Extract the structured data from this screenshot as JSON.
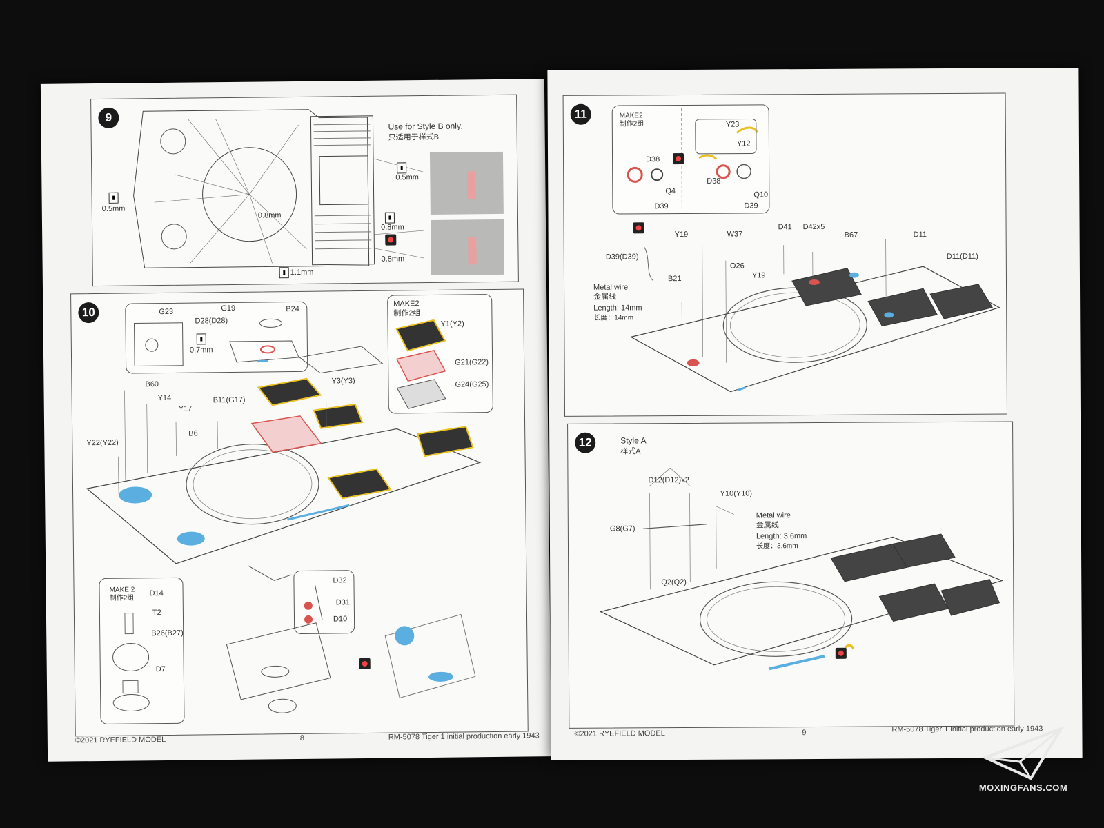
{
  "left_page": {
    "step9": {
      "number": "9",
      "style_note_en": "Use for Style B only.",
      "style_note_cn": "只适用于样式B",
      "labels": [
        "0.5mm",
        "0.8mm",
        "1.1mm",
        "0.5mm",
        "0.8mm",
        "0.8mm"
      ]
    },
    "step10": {
      "number": "10",
      "inset_top": {
        "labels": [
          "G23",
          "G19",
          "B24",
          "D28(D28)",
          "0.7mm"
        ]
      },
      "make2_inset": {
        "make_en": "MAKE2",
        "make_cn": "制作2组",
        "labels": [
          "Y1(Y2)",
          "G21(G22)",
          "G24(G25)"
        ]
      },
      "main_labels": [
        "B60",
        "Y14",
        "Y17",
        "B11(G17)",
        "Y3(Y3)",
        "B6",
        "Y22(Y22)"
      ],
      "bottom_inset_left": {
        "make_en": "MAKE 2",
        "make_cn": "制作2组",
        "labels": [
          "D14",
          "T2",
          "B26(B27)",
          "D7"
        ]
      },
      "bottom_inset_mid": {
        "labels": [
          "D32",
          "D31",
          "D10"
        ]
      }
    },
    "footer": {
      "copyright": "©2021 RYEFIELD MODEL",
      "page_number": "8",
      "product": "RM-5078  Tiger 1 initial production early 1943"
    }
  },
  "right_page": {
    "step11": {
      "number": "11",
      "make2_inset": {
        "make_en": "MAKE2",
        "make_cn": "制作2组",
        "labels": [
          "D38",
          "Q4",
          "D39",
          "Y23",
          "Y12",
          "D38",
          "Q10",
          "D39"
        ]
      },
      "main_labels": [
        "Y19",
        "W37",
        "D41",
        "D42x5",
        "B67",
        "D11",
        "D11(D11)",
        "D39(D39)",
        "O26",
        "B21",
        "Y19"
      ],
      "wire_en": "Metal wire",
      "wire_cn": "金属线",
      "length_en": "Length:  14mm",
      "length_cn": "长度：14mm"
    },
    "step12": {
      "number": "12",
      "style_en": "Style A",
      "style_cn": "样式A",
      "main_labels": [
        "D12(D12)x2",
        "Y10(Y10)",
        "G8(G7)",
        "Q2(Q2)"
      ],
      "wire_en": "Metal wire",
      "wire_cn": "金属线",
      "length_en": "Length:  3.6mm",
      "length_cn": "长度：3.6mm"
    },
    "footer": {
      "copyright": "©2021 RYEFIELD MODEL",
      "page_number": "9",
      "product": "RM-5078  Tiger 1 initial production early 1943"
    }
  },
  "watermark": {
    "text": "MOXINGFANS.COM"
  },
  "colors": {
    "red_part": "#d9534f",
    "blue_part": "#5aaee0",
    "yellow_outline": "#e8c020",
    "frame": "#555555"
  }
}
